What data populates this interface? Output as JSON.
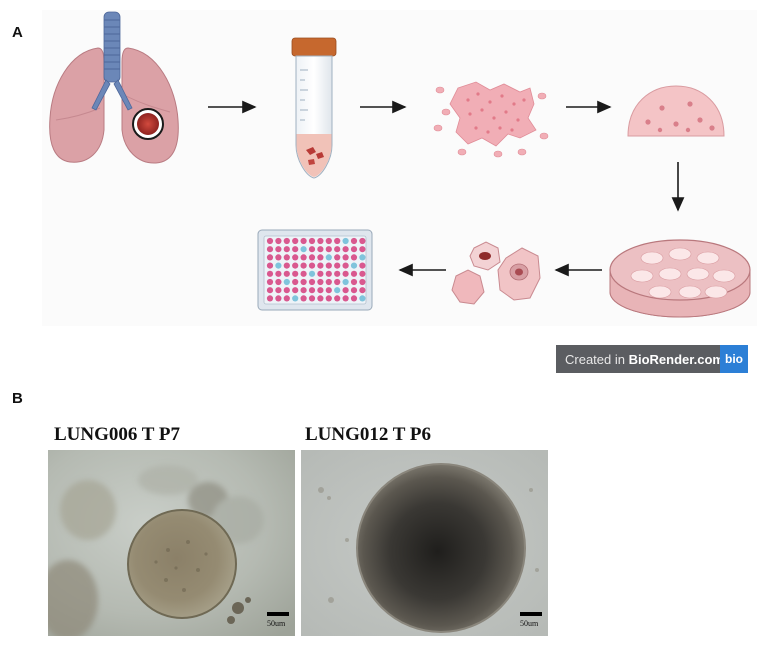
{
  "panel_a": {
    "label": "A",
    "badge": {
      "prefix": "Created in ",
      "brand": "BioRender.com",
      "logo": "bio"
    },
    "steps": [
      "lungs-with-tumor-icon",
      "conical-tube-icon",
      "dissociated-cells-icon",
      "matrigel-dome-icon",
      "petri-dish-organoids-icon",
      "organoids-icon",
      "well-plate-icon"
    ],
    "colors": {
      "lung": "#dba1a6",
      "trachea": "#6b87b8",
      "tumor": "#b2322f",
      "tube_cap": "#c6682e",
      "tissue": "#f1aeb6",
      "plate_well_pink": "#d9588f",
      "plate_well_blue": "#7fc4dc"
    }
  },
  "panel_b": {
    "label": "B",
    "images": [
      {
        "title": "LUNG006 T P7",
        "scale_label": "50um"
      },
      {
        "title": "LUNG012 T P6",
        "scale_label": "50um"
      }
    ]
  }
}
